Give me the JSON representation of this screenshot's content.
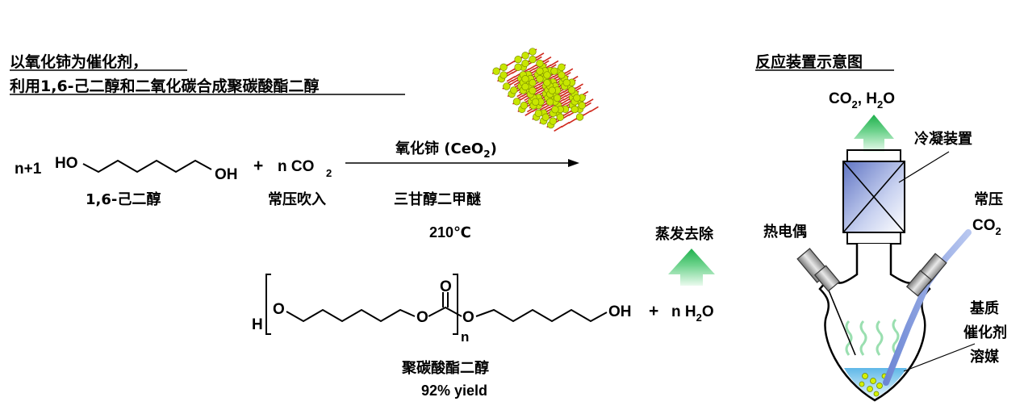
{
  "title": {
    "line1": "以氧化铈为催化剂，",
    "line2": "利用1,6-己二醇和二氧化碳合成聚碳酸酯二醇"
  },
  "reactants": {
    "coef_diol": "n+1",
    "ho": "HO",
    "oh": "OH",
    "plus": "+",
    "co2_coef": "n CO",
    "co2_sub": "2",
    "diol_name": "1,6-己二醇",
    "co2_label": "常压吹入"
  },
  "conditions": {
    "catalyst": "氧化铈 (CeO",
    "catalyst_sub": "2",
    "catalyst_close": ")",
    "solvent": "三甘醇二甲醚",
    "temperature": "210℃"
  },
  "product": {
    "h": "H",
    "o_left": "O",
    "o_carbonyl": "O",
    "o_right": "O",
    "n": "n",
    "oh": "OH",
    "plus": "+",
    "water_coef": "n H",
    "water_sub": "2",
    "water_o": "O",
    "name": "聚碳酸酯二醇",
    "yield": "92% yield"
  },
  "evaporation": {
    "label": "蒸发去除"
  },
  "apparatus": {
    "title": "反应装置示意图",
    "exhaust_a": "CO",
    "exhaust_sub": "2",
    "exhaust_b": ", H",
    "exhaust_sub2": "2",
    "exhaust_c": "O",
    "condenser": "冷凝装置",
    "thermocouple": "热电偶",
    "gas_inlet_line1": "常压",
    "gas_inlet_co": "CO",
    "gas_inlet_sub": "2",
    "substrate": "基质",
    "catalyst": "催化剂",
    "solvent": "溶媒"
  },
  "colors": {
    "arrow_green": "#2fbf5c",
    "arrow_green_light": "#d8f5df",
    "condenser_blue": "#7f8fd0",
    "tube_blue": "#8fa6e0",
    "liquid_blue": "#8ccff0",
    "cerium_yellow": "#c8e600",
    "oxygen_red": "#d0281c",
    "vapor_green": "#9adfb0"
  }
}
